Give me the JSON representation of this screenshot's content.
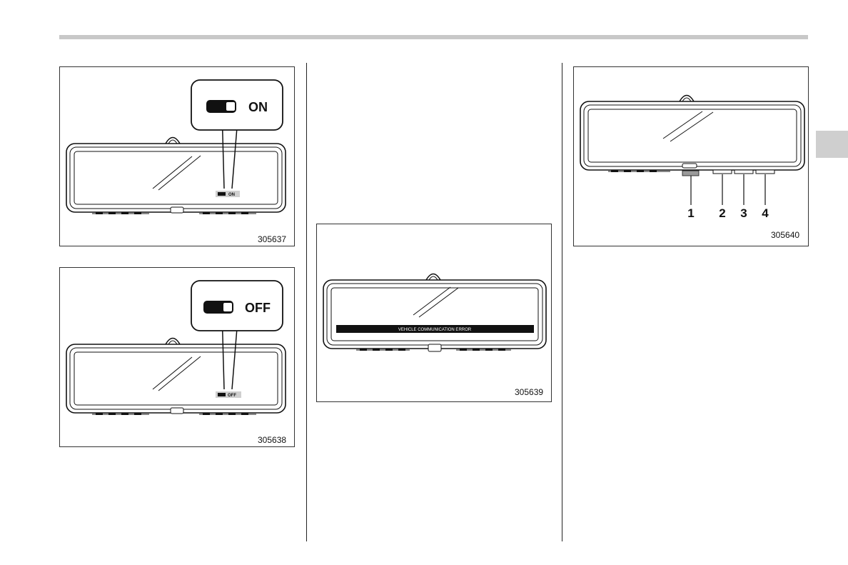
{
  "figures": [
    {
      "number": "305637",
      "callout_label": "ON",
      "screen_badge": "ON"
    },
    {
      "number": "305638",
      "callout_label": "OFF",
      "screen_badge": "OFF"
    },
    {
      "number": "305639",
      "banner_text": "VEHICLE COMMUNICATION ERROR"
    },
    {
      "number": "305640",
      "button_labels": [
        "1",
        "2",
        "3",
        "4"
      ]
    }
  ]
}
